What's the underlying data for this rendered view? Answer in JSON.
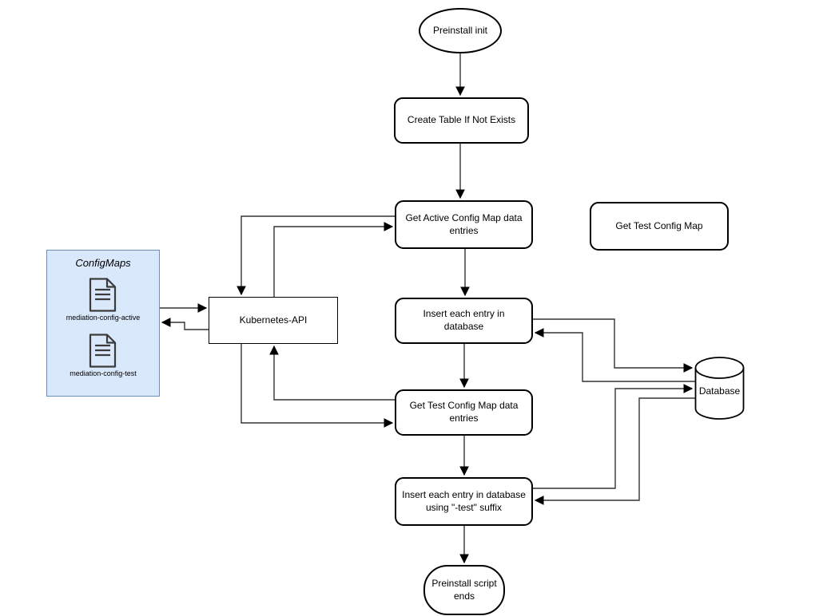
{
  "diagram": {
    "nodes": {
      "preinstall_init": "Preinstall init",
      "create_table": "Create Table If Not Exists",
      "get_active_cm": "Get Active Config Map data entries",
      "get_test_cm": "Get Test Config Map",
      "kubernetes_api": "Kubernetes-API",
      "insert_entries": "Insert each entry in database",
      "get_test_cm_entries": "Get Test Config Map data entries",
      "insert_entries_test": "Insert each entry in database using \"-test\" suffix",
      "preinstall_ends": "Preinstall script ends",
      "database": "Database"
    },
    "configmaps_panel": {
      "title": "ConfigMaps",
      "files": [
        {
          "icon": "document-icon",
          "label": "mediation-config-active"
        },
        {
          "icon": "document-icon",
          "label": "mediation-config-test"
        }
      ]
    },
    "colors": {
      "background": "#ffffff",
      "node_fill": "#ffffff",
      "node_border": "#000000",
      "edge": "#333333",
      "panel_fill": "#dae8fc",
      "panel_border": "#6c8ebf"
    }
  }
}
